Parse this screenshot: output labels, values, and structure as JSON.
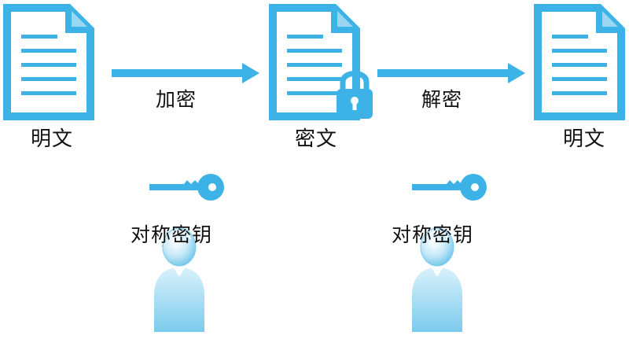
{
  "diagram": {
    "nodes": [
      {
        "id": "plaintext-source",
        "label": "明文",
        "icon": "document-icon"
      },
      {
        "id": "ciphertext",
        "label": "密文",
        "icon": "locked-document-icon"
      },
      {
        "id": "plaintext-result",
        "label": "明文",
        "icon": "document-icon"
      }
    ],
    "edges": [
      {
        "from": "plaintext-source",
        "to": "ciphertext",
        "label": "加密"
      },
      {
        "from": "ciphertext",
        "to": "plaintext-result",
        "label": "解密"
      }
    ],
    "keys": [
      {
        "label": "对称密钥",
        "icon": "key-icon",
        "holder_icon": "user-icon"
      },
      {
        "label": "对称密钥",
        "icon": "key-icon",
        "holder_icon": "user-icon"
      }
    ]
  },
  "colors": {
    "primary": "#3db2e6",
    "primary_light": "#a9dcf4",
    "text": "#111111",
    "paper": "#ffffff"
  }
}
